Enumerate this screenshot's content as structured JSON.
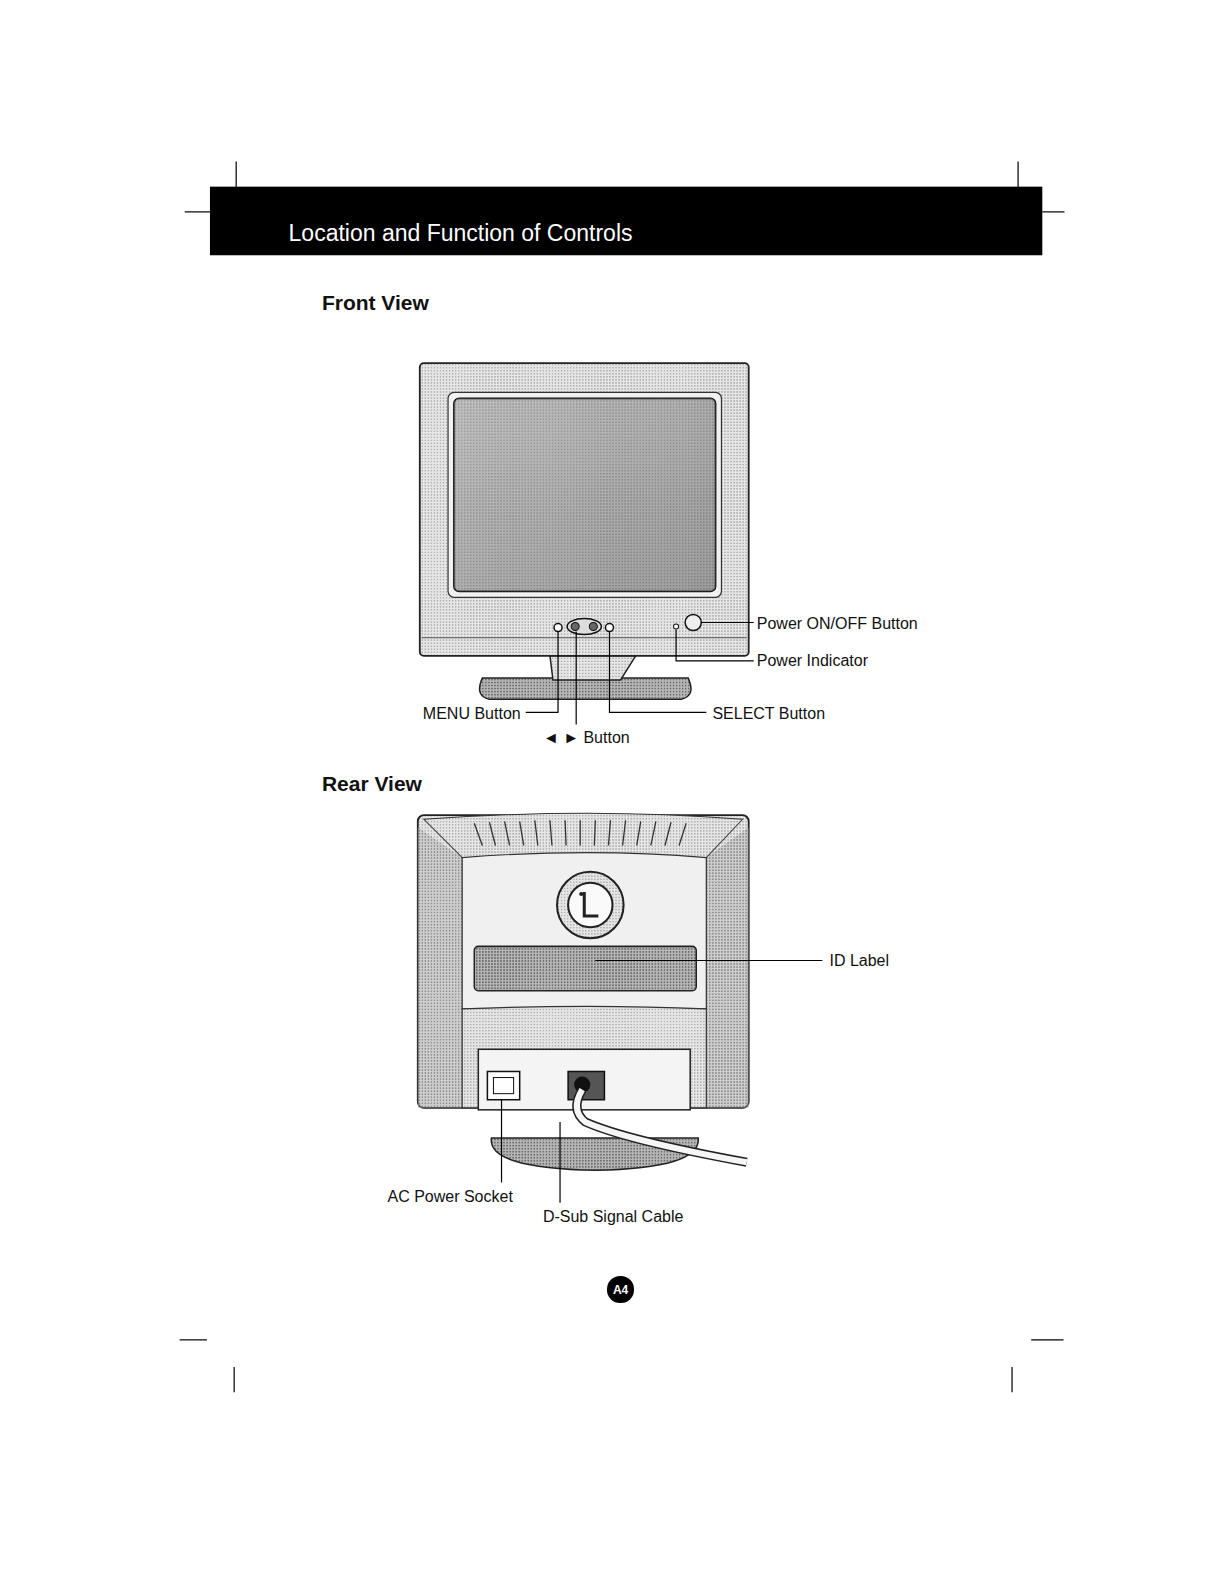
{
  "diagram": {
    "title": "Location and Function of Controls",
    "nodes": [
      {
        "text": [
          "A4"
        ]
      }
    ],
    "labels": [
      "Front View",
      "Power ON/OFF Button",
      "Power Indicator",
      "MENU Button",
      "◄ ► Button",
      "SELECT Button",
      "Rear View",
      "ID Label",
      "AC Power Socket",
      "D-Sub Signal Cable"
    ]
  }
}
